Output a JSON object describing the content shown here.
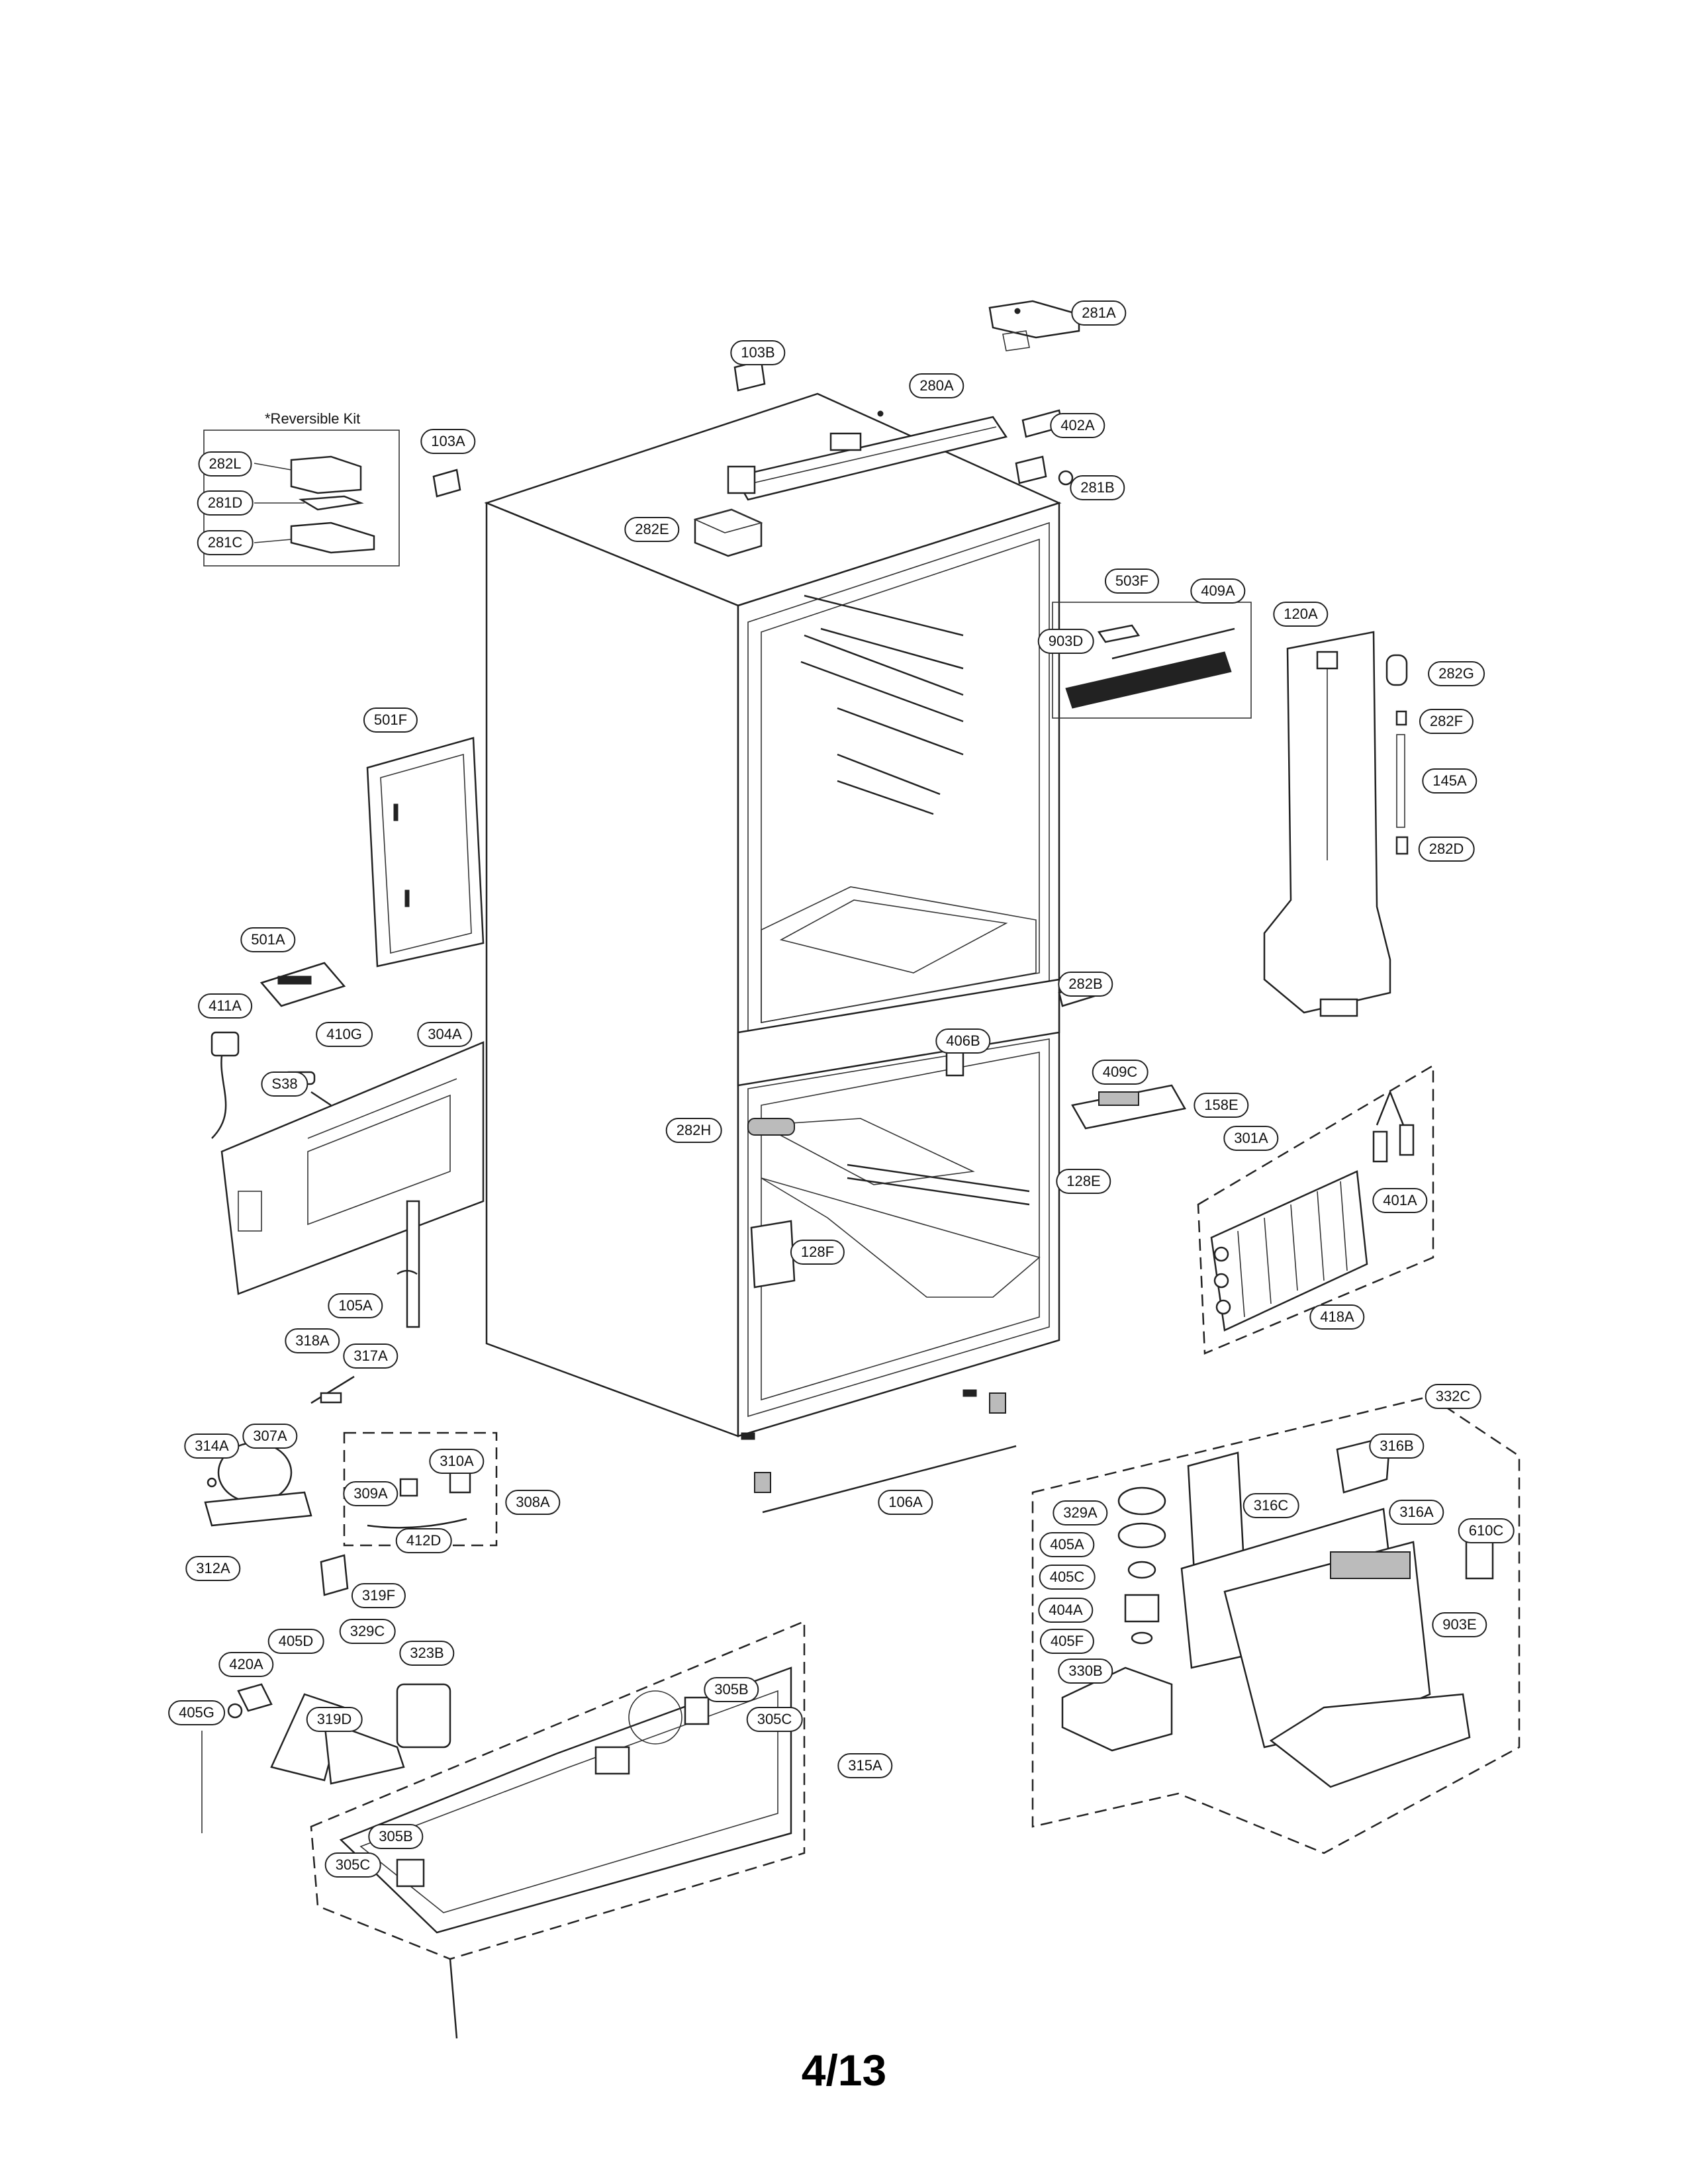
{
  "reversible_kit_title": "*Reversible Kit",
  "page_number": "4/13",
  "parts": {
    "p103B": "103B",
    "p281A": "281A",
    "p280A": "280A",
    "p402A": "402A",
    "p281B": "281B",
    "p103A": "103A",
    "p282L": "282L",
    "p281D": "281D",
    "p281C": "281C",
    "p282E": "282E",
    "p503F": "503F",
    "p409A": "409A",
    "p903D": "903D",
    "p120A": "120A",
    "p282G": "282G",
    "p282F": "282F",
    "p145A": "145A",
    "p282D": "282D",
    "p501F": "501F",
    "p501A": "501A",
    "p411A": "411A",
    "p410G": "410G",
    "pS38": "S38",
    "p304A": "304A",
    "p282B": "282B",
    "p406B": "406B",
    "p409C": "409C",
    "p158E": "158E",
    "p282H": "282H",
    "p301A": "301A",
    "p128E": "128E",
    "p401A": "401A",
    "p128F": "128F",
    "p105A": "105A",
    "p418A": "418A",
    "p318A": "318A",
    "p317A": "317A",
    "p332C": "332C",
    "p314A": "314A",
    "p307A": "307A",
    "p310A": "310A",
    "p309A": "309A",
    "p308A": "308A",
    "p316B": "316B",
    "p106A": "106A",
    "p412D": "412D",
    "p329A": "329A",
    "p316C": "316C",
    "p316A": "316A",
    "p610C": "610C",
    "p312A": "312A",
    "p405A": "405A",
    "p319F": "319F",
    "p405C": "405C",
    "p903E": "903E",
    "p404A": "404A",
    "p405D": "405D",
    "p329C": "329C",
    "p323B": "323B",
    "p420A": "420A",
    "p405F": "405F",
    "p330B": "330B",
    "p305B_top": "305B",
    "p405G": "405G",
    "p319D": "319D",
    "p305C_top": "305C",
    "p315A": "315A",
    "p305B_bottom": "305B",
    "p305C_bottom": "305C"
  }
}
